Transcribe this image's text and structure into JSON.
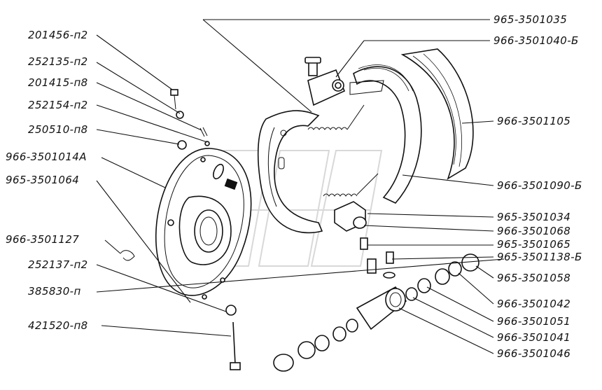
{
  "labels": {
    "l1": "201456-п2",
    "l2": "252135-п2",
    "l3": "201415-п8",
    "l4": "252154-п2",
    "l5": "250510-п8",
    "l6": "966-3501014А",
    "l7": "965-3501064",
    "l8": "966-3501127",
    "l9": "252137-п2",
    "l10": "385830-п",
    "l11": "421520-п8",
    "r1": "965-3501035",
    "r2": "966-3501040-Б",
    "r3": "966-3501105",
    "r4": "966-3501090-Б",
    "r5": "965-3501034",
    "r6": "966-3501068",
    "r7": "965-3501065",
    "r8": "965-3501138-Б",
    "r9": "965-3501058",
    "r10": "966-3501042",
    "r11": "966-3501051",
    "r12": "966-3501041",
    "r13": "966-3501046"
  },
  "colors": {
    "ink": "#111111",
    "paper": "#ffffff",
    "watermark": "#d8d8d8"
  }
}
